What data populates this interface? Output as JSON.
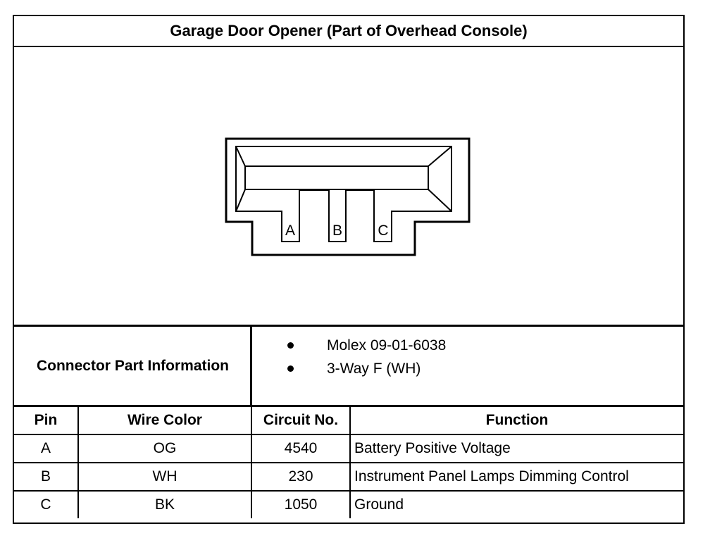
{
  "title": "Garage Door Opener (Part of Overhead Console)",
  "connector": {
    "pin_labels": [
      "A",
      "B",
      "C"
    ]
  },
  "part_info": {
    "label": "Connector Part Information",
    "items": [
      "Molex 09-01-6038",
      "3-Way F (WH)"
    ]
  },
  "pin_table": {
    "headers": [
      "Pin",
      "Wire Color",
      "Circuit No.",
      "Function"
    ],
    "rows": [
      [
        "A",
        "OG",
        "4540",
        "Battery Positive Voltage"
      ],
      [
        "B",
        "WH",
        "230",
        "Instrument Panel Lamps Dimming Control"
      ],
      [
        "C",
        "BK",
        "1050",
        "Ground"
      ]
    ]
  }
}
